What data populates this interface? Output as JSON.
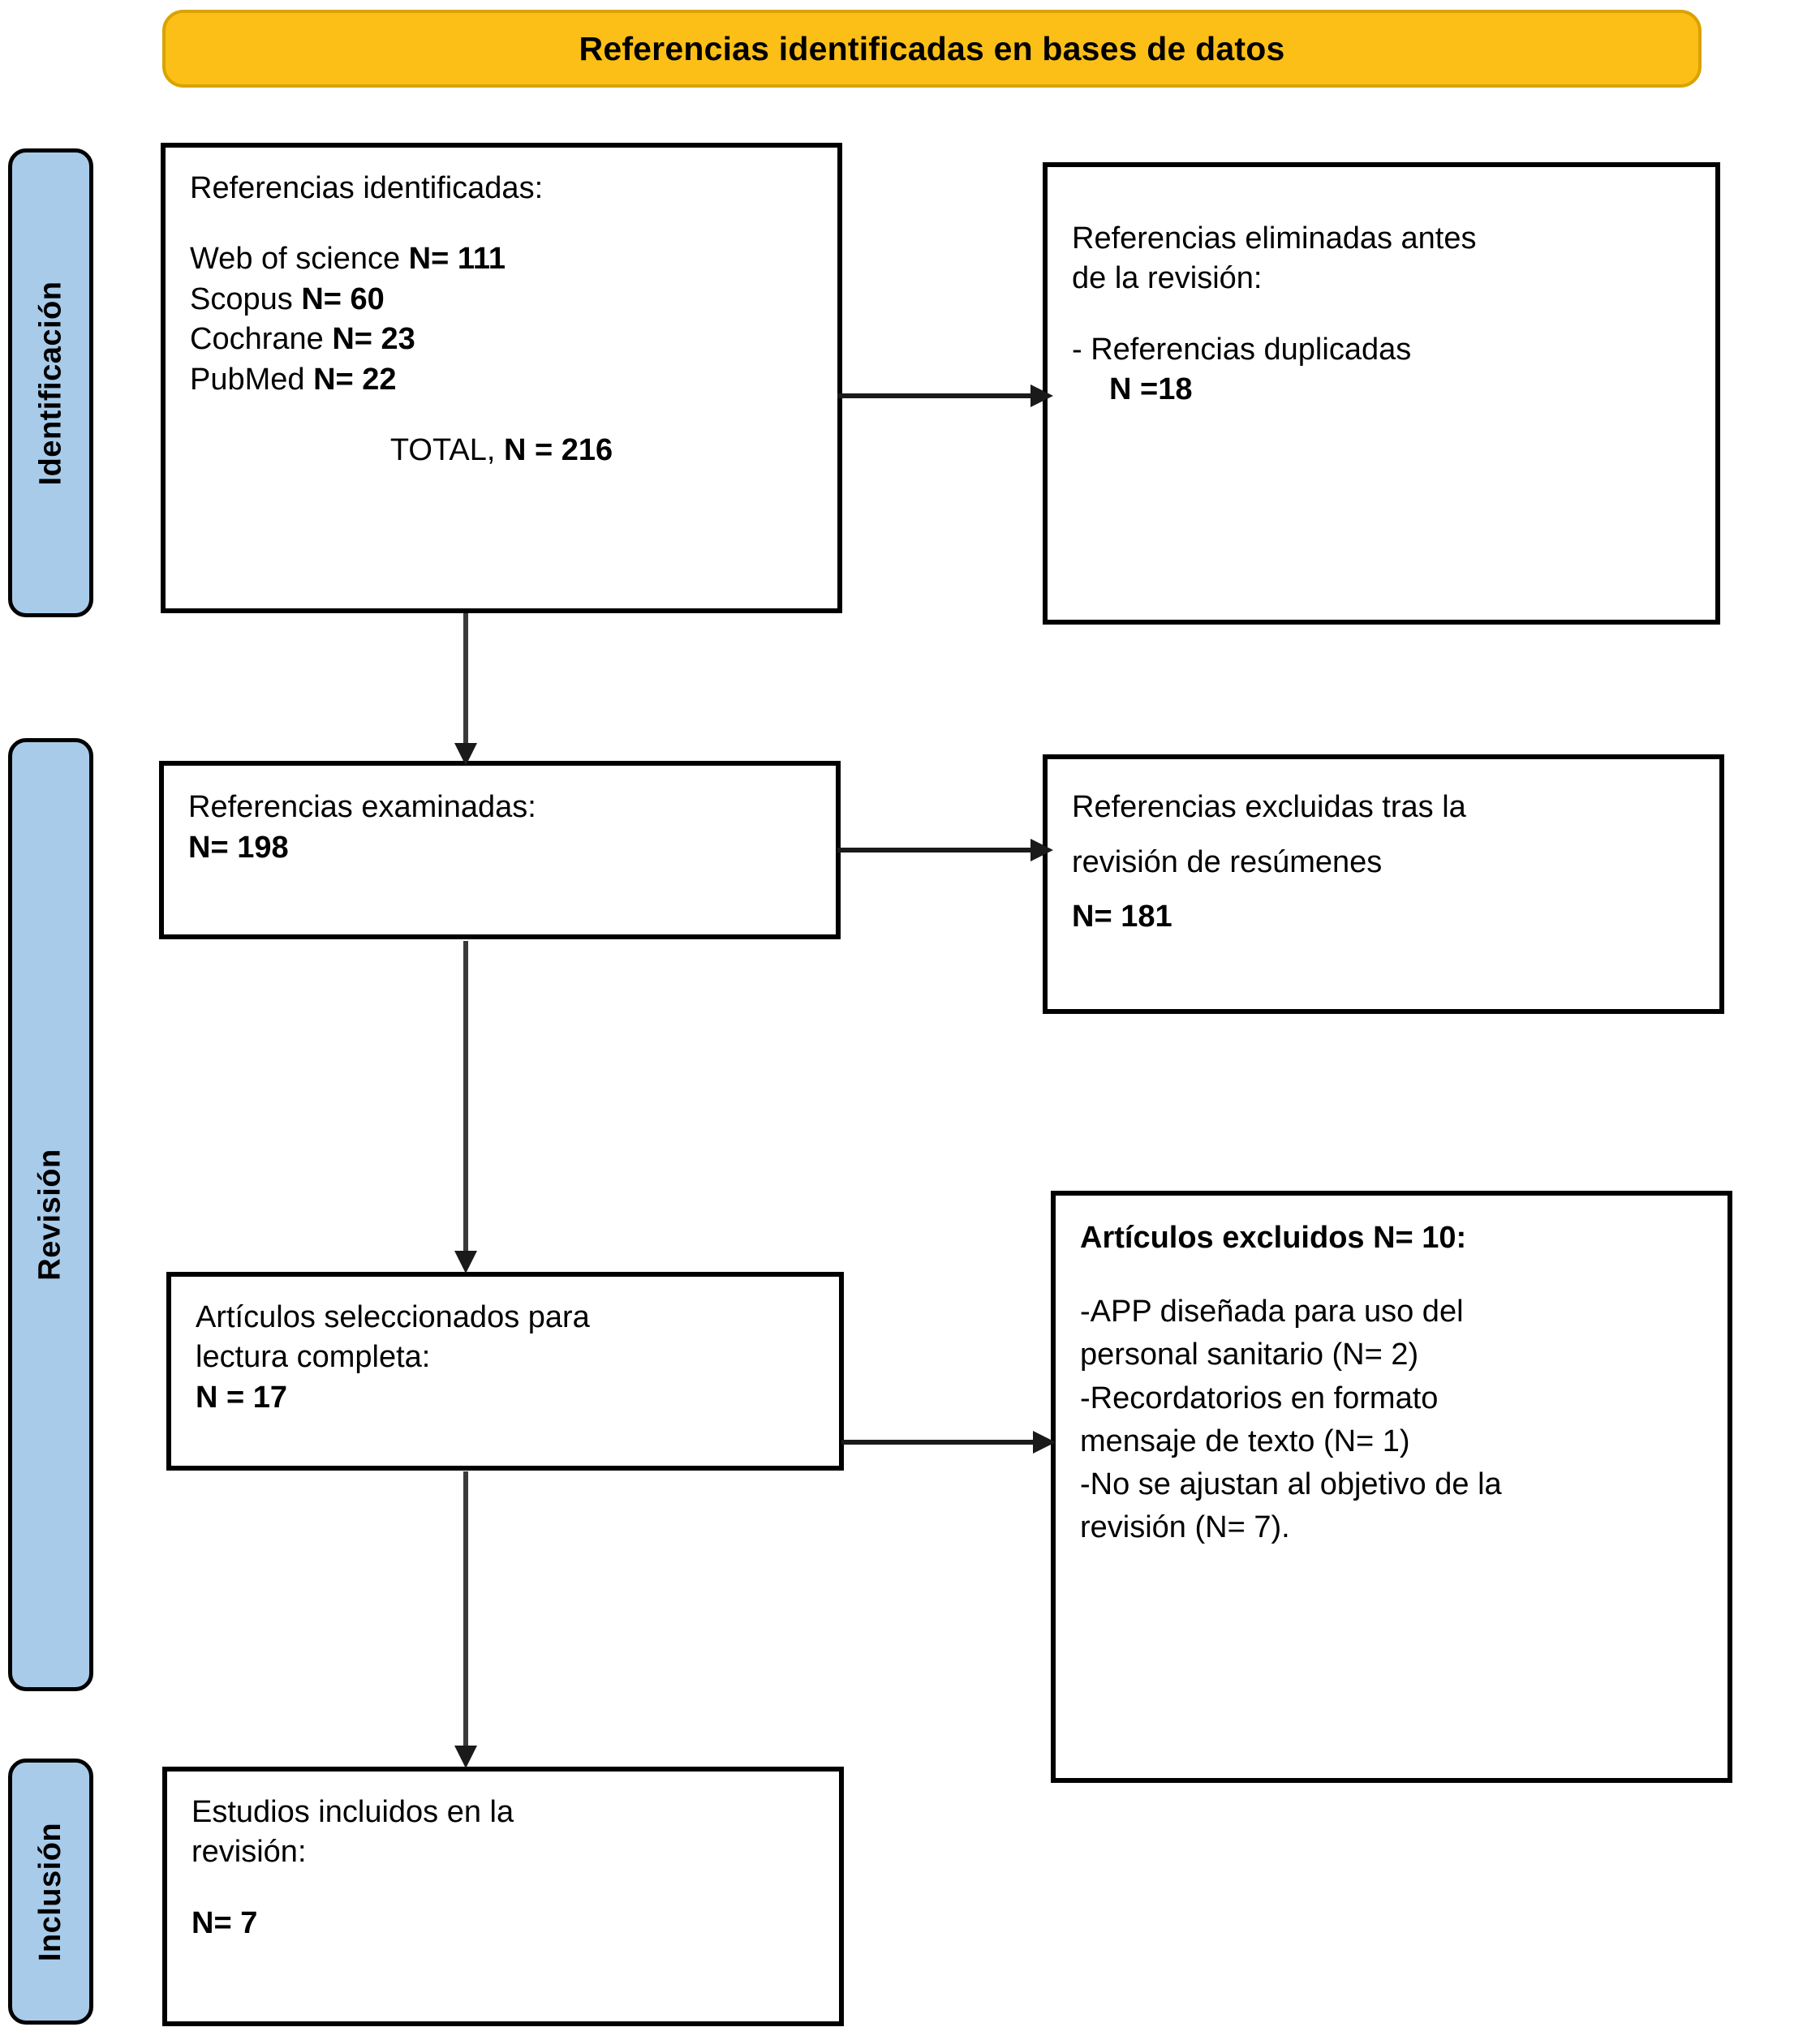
{
  "diagram": {
    "title": "Referencias identificadas en bases de datos",
    "stages": [
      {
        "id": "identificacion",
        "label": "Identificación"
      },
      {
        "id": "revision",
        "label": "Revisión"
      },
      {
        "id": "inclusion",
        "label": "Inclusión"
      }
    ],
    "colors": {
      "banner_fill": "#FCBF17",
      "banner_border": "#D9A300",
      "stage_fill": "#A8CBEA",
      "box_border": "#000000",
      "box_fill": "#FFFFFF",
      "connector": "#1A1A1A"
    },
    "boxes": {
      "identificadas": {
        "heading": "Referencias identificadas:",
        "sources": [
          {
            "name": "Web of science ",
            "count": "N= 111"
          },
          {
            "name": "Scopus ",
            "count": "N= 60"
          },
          {
            "name": "Cochrane ",
            "count": "N= 23"
          },
          {
            "name": "PubMed ",
            "count": "N= 22"
          }
        ],
        "total_label": "TOTAL, ",
        "total_value": "N = 216"
      },
      "eliminadas": {
        "line1": "Referencias eliminadas antes",
        "line2": "de la revisión:",
        "bullet": "- Referencias duplicadas",
        "bullet_count": "N =18"
      },
      "examinadas": {
        "heading": "Referencias examinadas:",
        "count": "N= 198"
      },
      "excluidas": {
        "line1": "Referencias excluidas tras la",
        "line2": "revisión de resúmenes",
        "count": "N= 181"
      },
      "seleccionados": {
        "line1": "Artículos seleccionados para",
        "line2": "lectura completa:",
        "count": "N = 17"
      },
      "articulos_excluidos": {
        "heading": "Artículos excluidos N= 10:",
        "reasons": [
          "-APP diseñada para uso del",
          "personal sanitario (N= 2)",
          "-Recordatorios en formato",
          "mensaje de texto (N= 1)",
          "-No se ajustan al objetivo de la",
          "revisión (N= 7)."
        ]
      },
      "incluidos": {
        "line1": "Estudios incluidos en la",
        "line2": "revisión:",
        "count": "N= 7"
      }
    }
  }
}
